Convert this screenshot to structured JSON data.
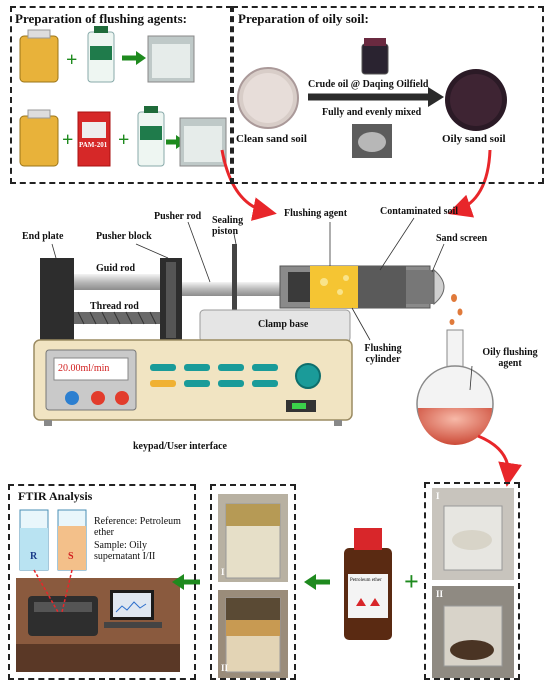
{
  "panel_top_left": {
    "title": "Preparation of flushing agents:",
    "bottle_label": "PAM-201"
  },
  "panel_top_right": {
    "title": "Preparation of oily soil:",
    "input_label": "Clean sand soil",
    "crude_oil_label": "Crude oil @ Daqing Oilfield",
    "mixing_label": "Fully and evenly mixed",
    "output_label": "Oily sand soil"
  },
  "apparatus": {
    "end_plate": "End plate",
    "pusher_block": "Pusher block",
    "pusher_rod": "Pusher rod",
    "sealing_piston": "Sealing piston",
    "flushing_agent": "Flushing agent",
    "contaminated_soil": "Contaminated soil",
    "sand_screen": "Sand screen",
    "guid_rod": "Guid rod",
    "thread_rod": "Thread rod",
    "clamp_base": "Clamp base",
    "flushing_cylinder": "Flushing cylinder",
    "oily_flushing_agent": "Oily flushing agent",
    "display_value": "20.00ml/min",
    "keypad_label": "keypad/User interface"
  },
  "ftir_panel": {
    "title": "FTIR Analysis",
    "cell_r": "R",
    "cell_s": "S",
    "reference_note": "Reference: Petroleum ether",
    "sample_note": "Sample: Oily supernatant I/II"
  },
  "beaker_panel": {
    "label_1": "I",
    "label_2": "II"
  },
  "reagent": {
    "name": "Petroleum ether"
  },
  "colors": {
    "pump_body": "#f1e4c2",
    "teal_keys": "#1a9b99",
    "arrow_red": "#e8262a",
    "arrow_green": "#1e8a1e",
    "flushing_agent_fill": "#f5c533"
  }
}
